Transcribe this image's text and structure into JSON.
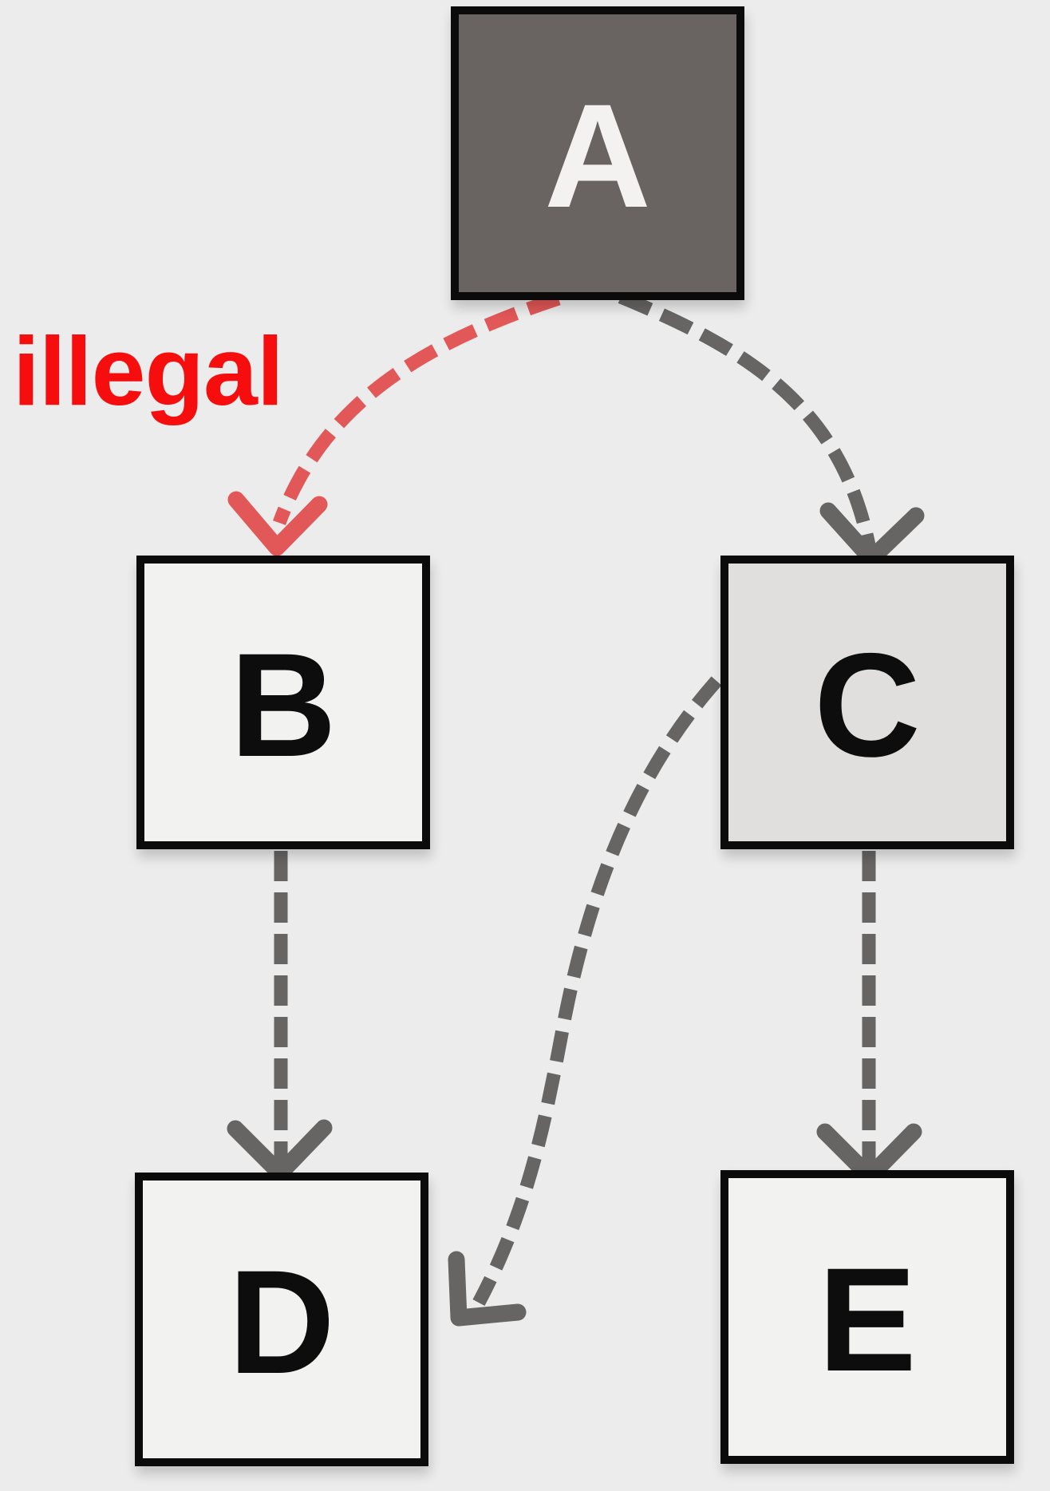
{
  "diagram": {
    "background": "#ececec",
    "node_border_color": "#0b0b0b",
    "nodes": [
      {
        "id": "A",
        "label": "A",
        "fill": "#696461",
        "text_color": "#f4f2f0"
      },
      {
        "id": "B",
        "label": "B",
        "fill": "#f2f2f1",
        "text_color": "#0d0d0d"
      },
      {
        "id": "C",
        "label": "C",
        "fill": "#e0dfdd",
        "text_color": "#0d0d0d"
      },
      {
        "id": "D",
        "label": "D",
        "fill": "#f2f2f1",
        "text_color": "#0d0d0d"
      },
      {
        "id": "E",
        "label": "E",
        "fill": "#f2f2f1",
        "text_color": "#0d0d0d"
      }
    ],
    "edges": [
      {
        "from": "A",
        "to": "B",
        "style": "dashed",
        "color": "#e25757",
        "annotation": "illegal"
      },
      {
        "from": "A",
        "to": "C",
        "style": "dashed",
        "color": "#666564",
        "annotation": ""
      },
      {
        "from": "B",
        "to": "D",
        "style": "dashed",
        "color": "#666564",
        "annotation": ""
      },
      {
        "from": "C",
        "to": "D",
        "style": "dashed",
        "color": "#666564",
        "annotation": ""
      },
      {
        "from": "C",
        "to": "E",
        "style": "dashed",
        "color": "#666564",
        "annotation": ""
      }
    ],
    "annotation": {
      "text": "illegal",
      "color": "#f60d0d"
    }
  }
}
